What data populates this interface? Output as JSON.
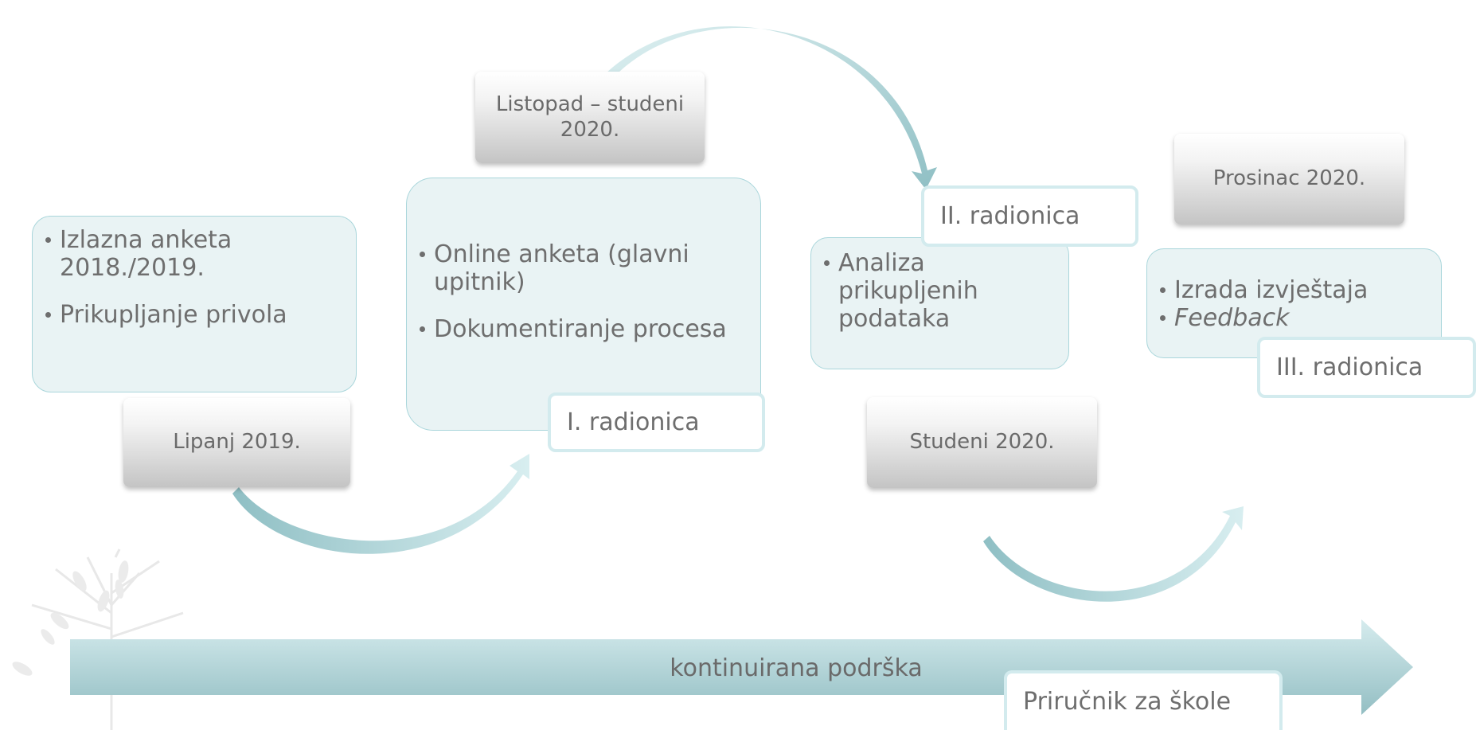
{
  "dates": {
    "lipanj": "Lipanj 2019.",
    "listopad": "Listopad – studeni 2020.",
    "studeni": "Studeni 2020.",
    "prosinac": "Prosinac 2020."
  },
  "box1": {
    "items": [
      "Izlazna anketa 2018./2019.",
      "Prikupljanje privola"
    ]
  },
  "box2": {
    "items": [
      "Online anketa (glavni upitnik)",
      "Dokumentiranje procesa"
    ]
  },
  "box3": {
    "items": [
      "Analiza prikupljenih podataka"
    ]
  },
  "box4": {
    "items": [
      "Izrada izvještaja",
      "Feedback"
    ]
  },
  "labels": {
    "radionica1": "I. radionica",
    "radionica2": "II. radionica",
    "radionica3": "III. radionica",
    "prirucnik": "Priručnik za škole"
  },
  "bottom_arrow": {
    "label": "kontinuirana podrška"
  }
}
